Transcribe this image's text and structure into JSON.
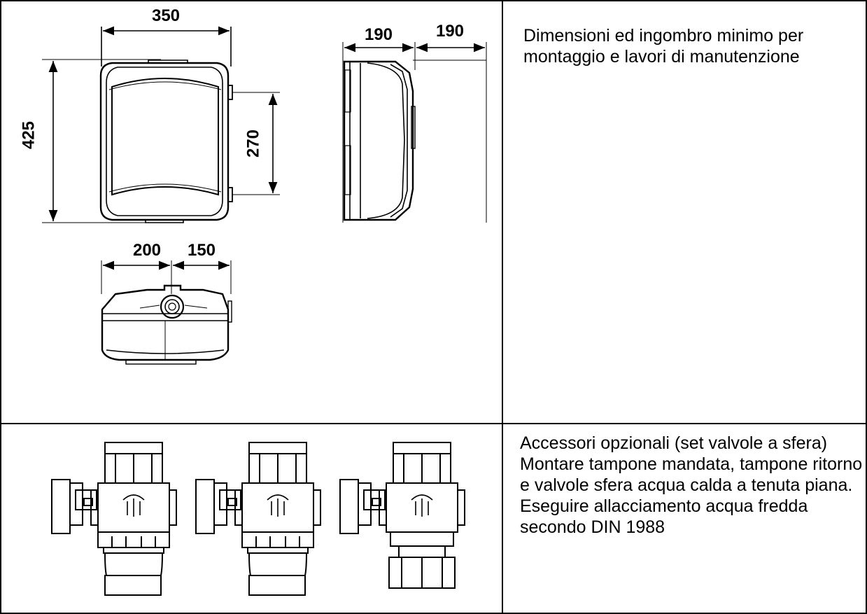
{
  "dimensions": {
    "front_width": "350",
    "front_height": "425",
    "mount_spacing": "270",
    "side_depth": "190",
    "side_clearance": "190",
    "bottom_left": "200",
    "bottom_right": "150"
  },
  "descriptions": {
    "dimensions_text": "Dimensioni ed ingombro minimo per montaggio e lavori di manutenzione",
    "accessories_lines": [
      "Accessori opzionali (set valvole a sfera)",
      "Montare tampone mandata, tampone ritorno e valvole sfera acqua calda a tenuta piana.",
      "Eseguire allacciamento acqua fredda secondo DIN 1988"
    ]
  }
}
